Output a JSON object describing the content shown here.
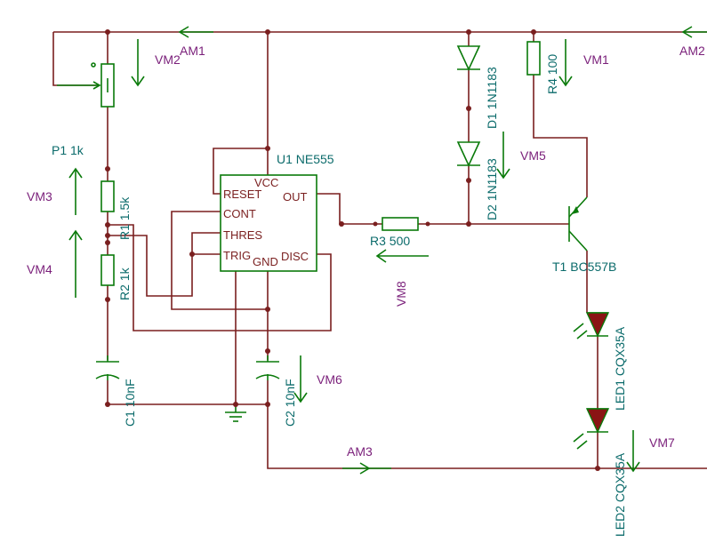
{
  "components": {
    "U1": "U1 NE555",
    "P1": "P1 1k",
    "R1": "R1 1.5k",
    "R2": "R2 1k",
    "R3": "R3 500",
    "R4": "R4 100",
    "C1": "C1 10nF",
    "C2": "C2 10nF",
    "D1": "D1 1N1183",
    "D2": "D2 1N1183",
    "T1": "T1 BC557B",
    "LED1": "LED1 CQX35A",
    "LED2": "LED2 CQX35A"
  },
  "ne555_pins": {
    "vcc": "VCC",
    "reset": "RESET",
    "out": "OUT",
    "cont": "CONT",
    "thres": "THRES",
    "trig": "TRIG",
    "gnd": "GND",
    "disc": "DISC"
  },
  "probes": {
    "am1": "AM1",
    "am2": "AM2",
    "am3": "AM3",
    "vm1": "VM1",
    "vm2": "VM2",
    "vm3": "VM3",
    "vm4": "VM4",
    "vm5": "VM5",
    "vm6": "VM6",
    "vm7": "VM7",
    "vm8": "VM8"
  },
  "colors": {
    "wire": "#7a1f1f",
    "component": "#0a7a0a",
    "component_label": "#0b6b6b",
    "probe_label": "#7a1f7a",
    "led_fill": "#8a1414"
  }
}
